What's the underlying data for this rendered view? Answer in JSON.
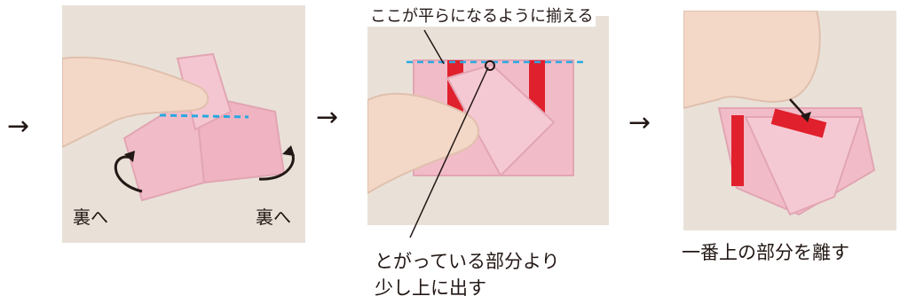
{
  "steps": [
    {
      "arrow": "→",
      "annotations": [
        "裏へ",
        "裏へ"
      ]
    },
    {
      "arrow": "→",
      "top_note": "ここが平らになるように揃える",
      "caption_lines": [
        "とがっている部分より",
        "少し上に出す"
      ]
    },
    {
      "arrow": "→",
      "caption": "一番上の部分を離す"
    }
  ],
  "colors": {
    "paper_pink": "#f1bcc8",
    "ribbon_red": "#e0202c",
    "guide_line": "#29a8e0",
    "skin": "#f3d8c8",
    "table": "#e8e0d6",
    "text": "#231815"
  }
}
